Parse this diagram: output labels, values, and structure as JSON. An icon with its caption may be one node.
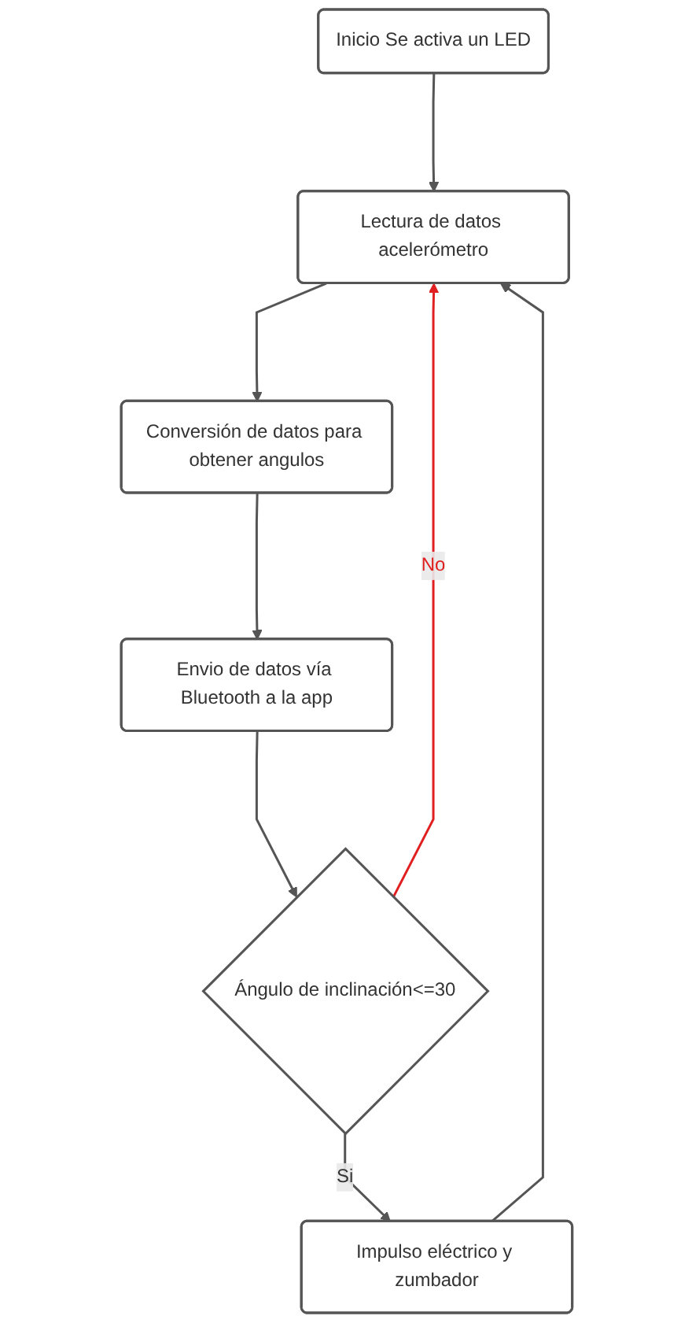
{
  "diagram": {
    "nodes": [
      {
        "text": [
          "Inicio Se activa un LED"
        ]
      },
      {
        "text": [
          "Lectura de datos acelerómetro"
        ]
      },
      {
        "text": [
          "Conversión de datos para obtener angulos"
        ]
      },
      {
        "text": [
          "Envio de datos vía Bluetooth a la app"
        ]
      },
      {
        "text": [
          "Ángulo de inclinación<=30"
        ]
      },
      {
        "text": [
          "Impulso eléctrico y zumbador"
        ]
      }
    ],
    "edges": [
      {
        "from": 0,
        "to": 1,
        "arrow": "to"
      },
      {
        "from": 1,
        "to": 2,
        "arrow": "to"
      },
      {
        "from": 2,
        "to": 3,
        "arrow": "to"
      },
      {
        "from": 3,
        "to": 4,
        "arrow": "to"
      },
      {
        "from": 4,
        "to": 1,
        "arrow": "to",
        "label": "No",
        "color": "#e02020"
      },
      {
        "from": 4,
        "to": 5,
        "arrow": "to",
        "label": "Si"
      },
      {
        "from": 5,
        "to": 1,
        "arrow": "to"
      }
    ]
  }
}
